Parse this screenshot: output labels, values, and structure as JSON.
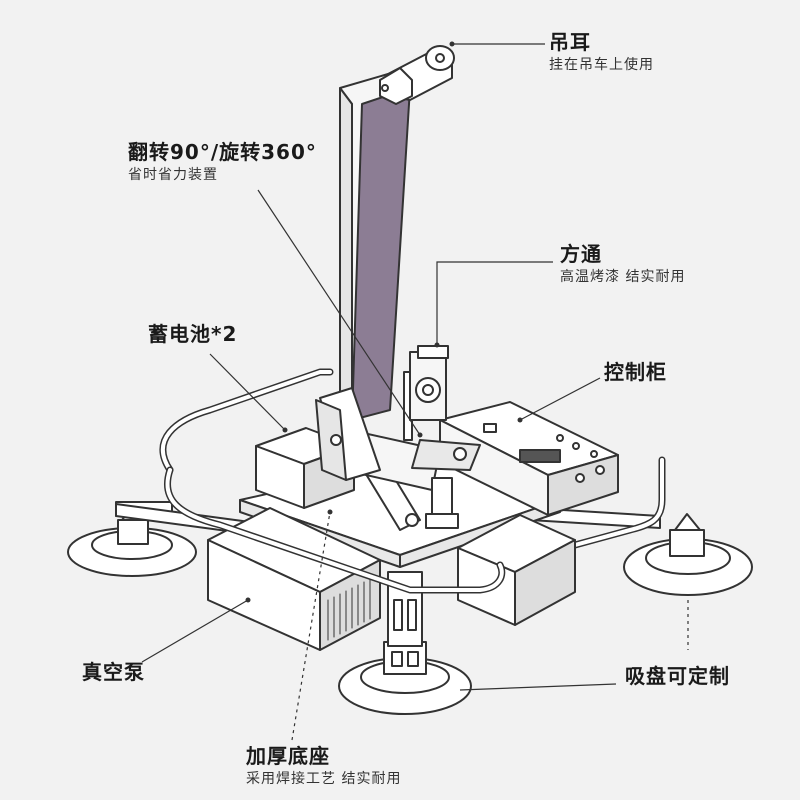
{
  "labels": {
    "lifting_eye": {
      "title": "吊耳",
      "subtitle": "挂在吊车上使用"
    },
    "flip_rotate": {
      "title": "翻转90°/旋转360°",
      "subtitle": "省时省力装置"
    },
    "square_tube": {
      "title": "方通",
      "subtitle": "高温烤漆  结实耐用"
    },
    "battery": {
      "title": "蓄电池*2"
    },
    "control_cabinet": {
      "title": "控制柜"
    },
    "vacuum_pump": {
      "title": "真空泵"
    },
    "suction_cup": {
      "title": "吸盘可定制"
    },
    "base": {
      "title": "加厚底座",
      "subtitle": "采用焊接工艺  结实耐用"
    }
  },
  "colors": {
    "background": "#f2f2f2",
    "line": "#333333",
    "part_fill": "#ffffff",
    "panel_fill": "#8c7d94"
  }
}
